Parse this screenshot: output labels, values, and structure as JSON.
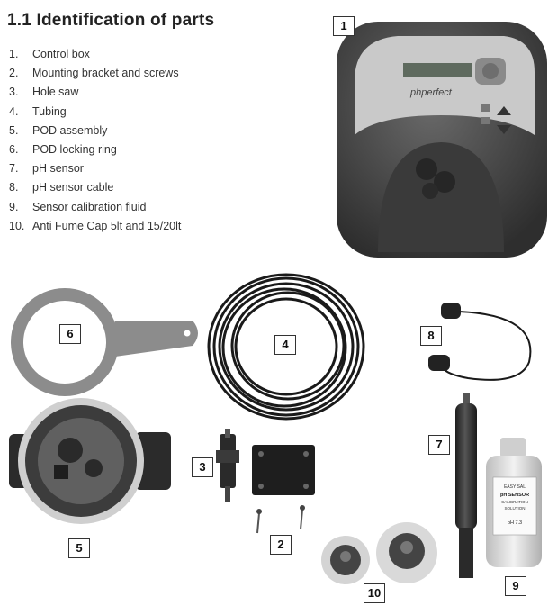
{
  "heading": {
    "title": "1.1  Identification of parts"
  },
  "parts": [
    {
      "num": "1.",
      "label": "Control box"
    },
    {
      "num": "2.",
      "label": "Mounting bracket and screws"
    },
    {
      "num": "3.",
      "label": "Hole saw"
    },
    {
      "num": "4.",
      "label": "Tubing"
    },
    {
      "num": "5.",
      "label": "POD assembly"
    },
    {
      "num": "6.",
      "label": "POD locking ring"
    },
    {
      "num": "7.",
      "label": "pH sensor"
    },
    {
      "num": "8.",
      "label": "pH sensor cable"
    },
    {
      "num": "9.",
      "label": "Sensor calibration fluid"
    },
    {
      "num": "10.",
      "label": "Anti Fume Cap 5lt and 15/20lt"
    }
  ],
  "callouts": {
    "c1": "1",
    "c2": "2",
    "c3": "3",
    "c4": "4",
    "c5": "5",
    "c6": "6",
    "c7": "7",
    "c8": "8",
    "c9": "9",
    "c10": "10"
  },
  "device": {
    "brand": "phperfect"
  },
  "bottle": {
    "label_l1": "EASY SAL",
    "label_l2": "pH SENSOR",
    "label_l3": "CALIBRATION",
    "label_l4": "SOLUTION",
    "label_l5": "pH 7.3"
  }
}
